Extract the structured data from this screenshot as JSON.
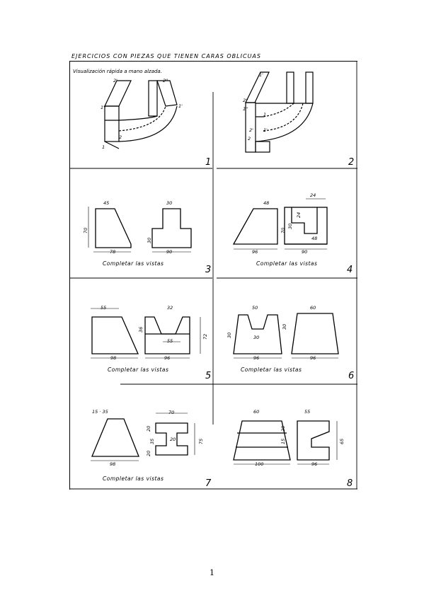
{
  "header": "EJERCICIOS CON PIEZAS QUE TIENEN CARAS OBLICUAS",
  "subtitle": "Visualización rápida a mano alzada.",
  "instruction": "Completar las vistas",
  "page_number": "1",
  "panels": {
    "p1": {
      "number": "1",
      "labels": {
        "a": "2'",
        "b": "2''",
        "c": "1''",
        "d": "1'",
        "e": "1",
        "f": "2"
      }
    },
    "p2": {
      "number": "2",
      "labels": {
        "a": "1'",
        "b": "2''",
        "c": "1''",
        "d": "2'",
        "e": "1'",
        "f": "1",
        "g": "2"
      }
    },
    "p3": {
      "number": "3",
      "dims": {
        "top": "45",
        "height": "70",
        "bottom": "78",
        "right_top": "30",
        "right_h": "30",
        "right_bottom": "90"
      }
    },
    "p4": {
      "number": "4",
      "dims": {
        "top": "48",
        "height": "70",
        "bottom": "96",
        "right_top": "24",
        "r1": "24",
        "r2": "30",
        "r3": "48",
        "right_bottom": "90"
      }
    },
    "p5": {
      "number": "5",
      "dims": {
        "top": "55",
        "bottom": "98",
        "r_top": "32",
        "r_h": "36",
        "r_in": "55",
        "r_total": "72",
        "r_bottom": "96"
      }
    },
    "p6": {
      "number": "6",
      "dims": {
        "top": "50",
        "left_h": "30",
        "right_h": "30",
        "inner": "30",
        "bottom": "96",
        "r_top": "60",
        "r_bottom": "96"
      }
    },
    "p7": {
      "number": "7",
      "dims": {
        "top": "15 · 35",
        "bottom": "98",
        "r_top": "70",
        "a": "20",
        "b": "35",
        "c": "20",
        "d": "20",
        "r_total": "75"
      }
    },
    "p8": {
      "number": "8",
      "dims": {
        "top": "60",
        "a": "20",
        "b": "15",
        "bottom": "100",
        "r_top": "55",
        "r_h": "65",
        "r_bottom": "96"
      }
    }
  }
}
